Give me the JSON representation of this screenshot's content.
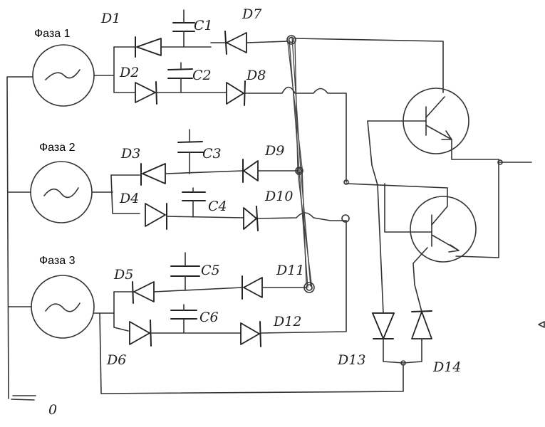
{
  "phases": [
    "Фаза 1",
    "Фаза 2",
    "Фаза 3"
  ],
  "ground_label": "0",
  "diodes": [
    "D1",
    "D2",
    "D3",
    "D4",
    "D5",
    "D6",
    "D7",
    "D8",
    "D9",
    "D10",
    "D11",
    "D12",
    "D13",
    "D14"
  ],
  "capacitors": [
    "C1",
    "C2",
    "C3",
    "C4",
    "C5",
    "C6"
  ],
  "source_symbol": "sine-wave-icon"
}
